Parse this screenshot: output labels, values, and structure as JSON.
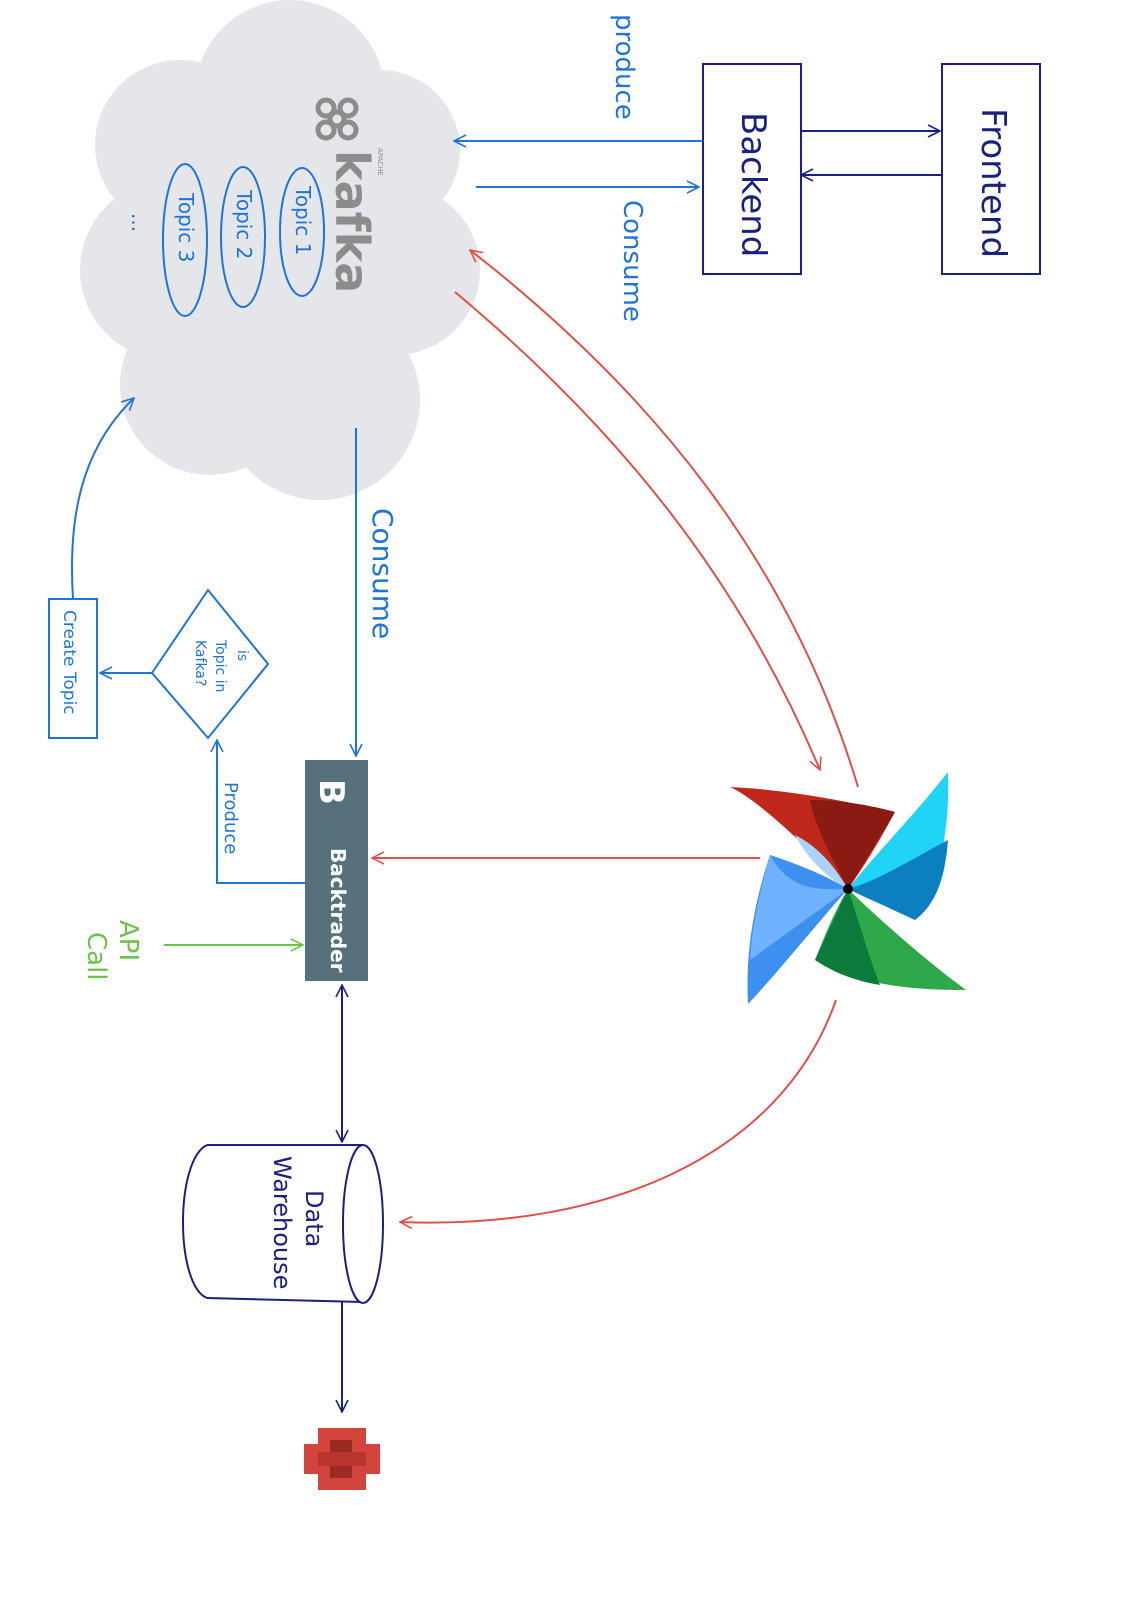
{
  "colors": {
    "blue": "#1f74d8",
    "navy": "#1a2080",
    "red": "#e0504a",
    "green": "#6cc24a",
    "cloud": "#e4e6ea",
    "kafka_gray": "#8c8c8c",
    "backtrader_box": "#56707c",
    "aws_red": "#d2443c"
  },
  "kafka": {
    "apache": "APACHE",
    "wordmark": "kafka",
    "reg_mark": "®",
    "topics": [
      "Topic 1",
      "Topic 2",
      "Topic 3"
    ],
    "ellipsis": "..."
  },
  "backend": {
    "label": "Backend"
  },
  "frontend": {
    "label": "Frontend"
  },
  "backtrader": {
    "logo_letter": "B",
    "label": "Backtrader"
  },
  "decision": {
    "line1": "is",
    "line2": "Topic in",
    "line3": "Kafka?"
  },
  "create_topic": {
    "label": "Create Topic"
  },
  "data_warehouse": {
    "line1": "Data",
    "line2": "Warehouse"
  },
  "edges": {
    "produce_top": "produce",
    "consume_top": "Consume",
    "consume_mid": "Consume",
    "produce_side": "Produce",
    "api_line1": "API",
    "api_line2": "Call"
  },
  "icons": {
    "airflow": "airflow-pinwheel-icon",
    "kafka": "kafka-logo-icon",
    "aws": "aws-service-icon"
  }
}
